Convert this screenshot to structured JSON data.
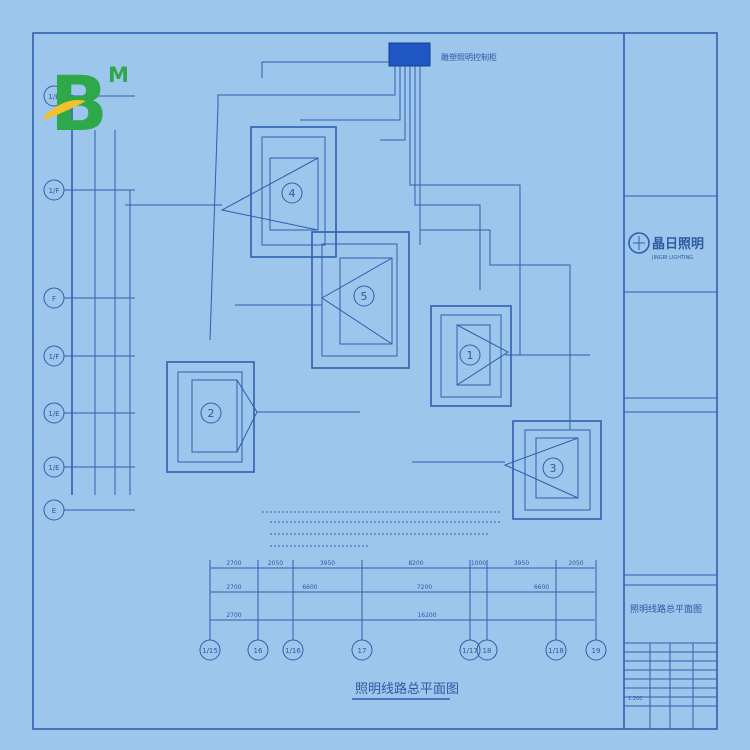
{
  "drawing": {
    "title": "照明线路总平面图",
    "control_box_label": "雕塑照明控制柜",
    "company_name": "晶日照明",
    "company_name_en": "JINGRI LIGHTING",
    "title_block_row": "照明线路总平面图",
    "scale": "1:200"
  },
  "watermark": {
    "letter_b": "B",
    "letter_m": "M"
  },
  "fixtures": [
    "1",
    "2",
    "3",
    "4",
    "5"
  ],
  "left_axis": [
    "1/E",
    "1/F",
    "F",
    "1/F",
    "1/E",
    "1/E",
    "E"
  ],
  "bottom_axis": [
    "1/15",
    "16",
    "1/16",
    "17",
    "1/17",
    "18",
    "1/18",
    "19"
  ],
  "dim_row1": [
    "2700",
    "2050",
    "3950",
    "8200",
    "1000",
    "3950",
    "2050"
  ],
  "dim_row2": [
    "2700",
    "6600",
    "7200",
    "6600"
  ],
  "dim_row3": [
    "2700",
    "16200"
  ],
  "colors": {
    "background": "#9cc6ec",
    "line": "#2f5fae",
    "control_box": "#1f56c2",
    "logo_green": "#2ea84a",
    "logo_yellow": "#f2c12e"
  }
}
